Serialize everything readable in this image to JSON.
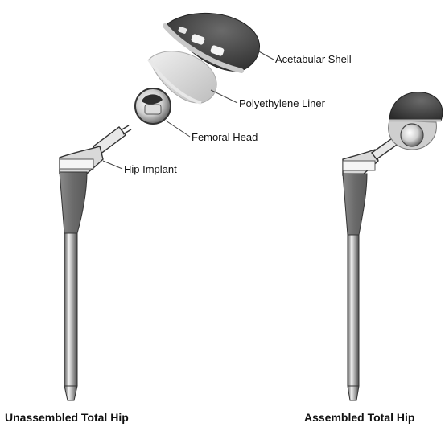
{
  "labels": {
    "acetabular_shell": "Acetabular Shell",
    "polyethylene_liner": "Polyethylene Liner",
    "femoral_head": "Femoral Head",
    "hip_implant": "Hip Implant"
  },
  "captions": {
    "unassembled": "Unassembled Total Hip",
    "assembled": "Assembled Total Hip"
  },
  "colors": {
    "shell_dark": "#3a3a3a",
    "liner_light": "#d0d0d0",
    "metal_light": "#eeeeee",
    "metal_mid": "#9a9a9a",
    "stem_shoulder": "#6e6e6e",
    "ink": "#111111"
  }
}
